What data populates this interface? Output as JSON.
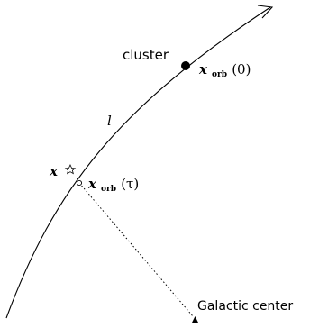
{
  "labels": {
    "cluster": "cluster",
    "x_orb_symbol": "x",
    "orb_subscript": "orb",
    "arg_zero": "(0)",
    "arg_tau": "(τ)",
    "l": "l",
    "x_symbol": "x",
    "galactic_center": "Galactic center"
  },
  "icons": {
    "cluster_marker": "filled-circle",
    "star_marker": "star",
    "orbit_point_marker": "small-open-circle",
    "center_marker": "filled-triangle"
  },
  "colors": {
    "ink": "#000000",
    "background": "#ffffff"
  }
}
